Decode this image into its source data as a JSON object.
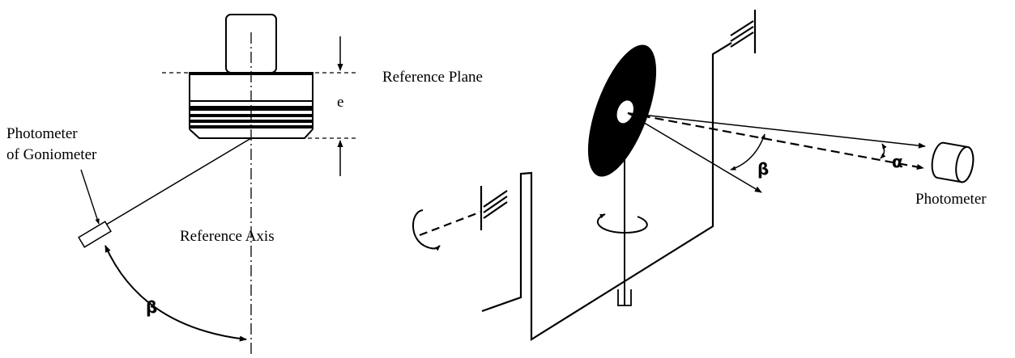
{
  "left_figure": {
    "label_photometer_line1": "Photometer",
    "label_photometer_line2": "of Goniometer",
    "label_reference_plane": "Reference Plane",
    "label_reference_axis": "Reference Axis",
    "label_e": "e",
    "label_beta": "β"
  },
  "right_figure": {
    "label_photometer": "Photometer",
    "label_alpha": "α",
    "label_beta": "β"
  },
  "colors": {
    "line": "#000000",
    "background": "#ffffff"
  }
}
